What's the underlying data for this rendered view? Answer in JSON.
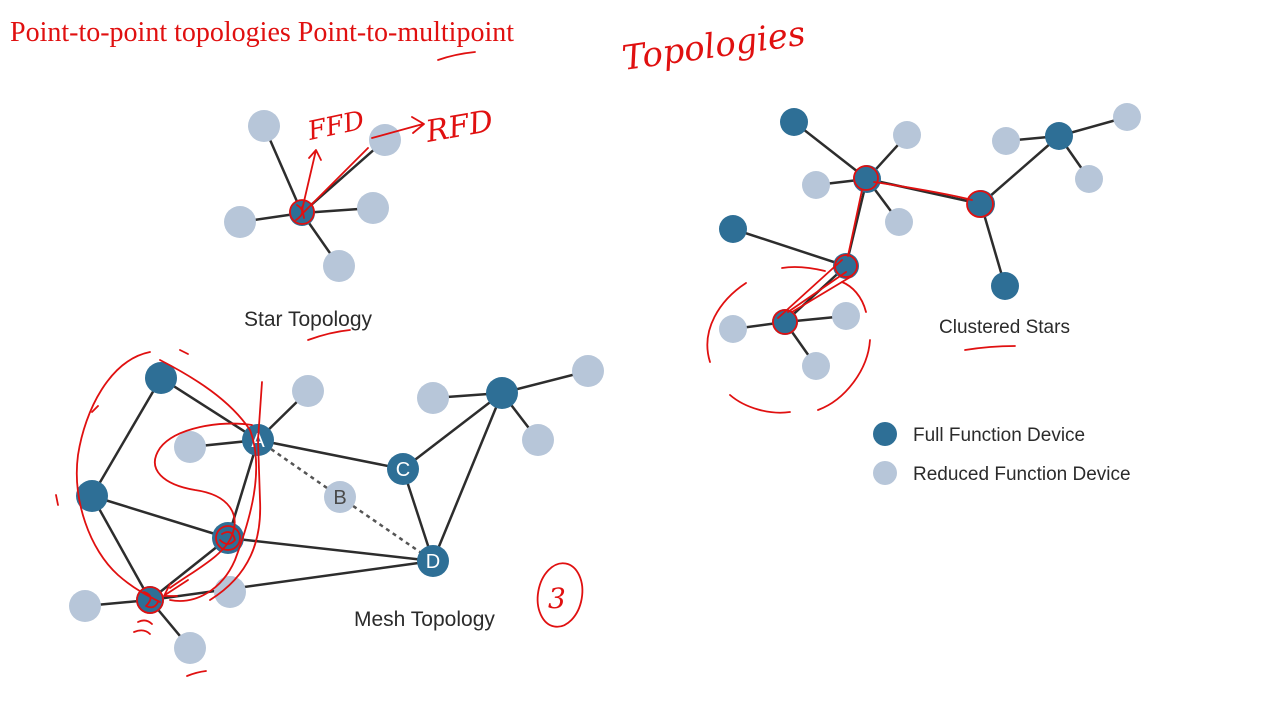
{
  "heading": {
    "text": "Point-to-point topologies Point-to-multipoint"
  },
  "handwritten": {
    "title": "Topologies",
    "ffd": "FFD",
    "rfd": "RFD",
    "three": "3"
  },
  "diagrams": {
    "star": {
      "caption": "Star Topology"
    },
    "mesh": {
      "caption": "Mesh Topology",
      "labels": {
        "a": "A",
        "b": "B",
        "c": "C",
        "d": "D"
      }
    },
    "clustered": {
      "caption": "Clustered Stars"
    }
  },
  "legend": {
    "full": "Full Function Device",
    "reduced": "Reduced Function Device"
  },
  "colors": {
    "full_function_device": "#2e6f96",
    "reduced_function_device": "#b7c6d9",
    "annotation_ink": "#e01010"
  }
}
